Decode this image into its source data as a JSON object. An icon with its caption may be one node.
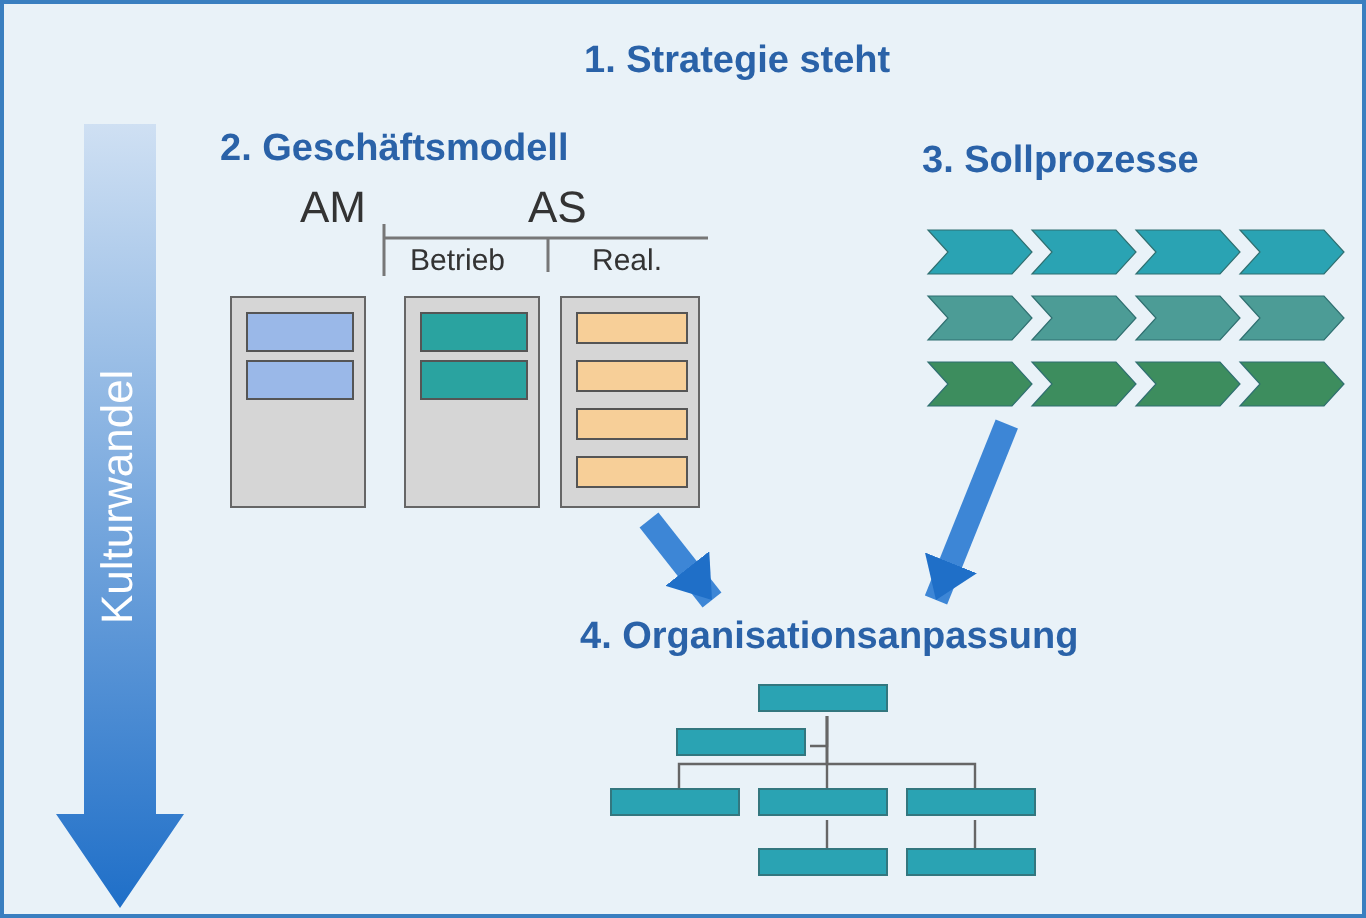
{
  "diagram": {
    "nodes": [
      {
        "text": [
          "1. Strategie steht"
        ]
      },
      {
        "text": [
          "2. Geschäftsmodell"
        ]
      },
      {
        "text": [],
        "shape": "box",
        "in": 1
      },
      {
        "text": [],
        "shape": "box",
        "in": 1
      },
      {
        "text": [],
        "shape": "box",
        "in": 1
      },
      {
        "text": [
          "3. Sollprozesse"
        ]
      },
      {
        "text": [
          "4. Organisationsanpassung"
        ]
      },
      {
        "text": [],
        "shape": "box",
        "in": 6
      },
      {
        "text": [],
        "shape": "box",
        "in": 6
      },
      {
        "text": [],
        "shape": "box",
        "in": 6
      },
      {
        "text": [],
        "shape": "box",
        "in": 6
      },
      {
        "text": [],
        "shape": "box",
        "in": 6
      },
      {
        "text": [],
        "shape": "box",
        "in": 6
      },
      {
        "text": [],
        "shape": "box",
        "in": 6
      }
    ],
    "edges": [
      {
        "from": 1,
        "to": 6,
        "arrow": "to",
        "style": "thick",
        "color": "#3d86d6"
      },
      {
        "from": 5,
        "to": 6,
        "arrow": "to",
        "style": "thick",
        "color": "#3d86d6"
      },
      {
        "from": 7,
        "to": 8,
        "arrow": "none"
      },
      {
        "from": 7,
        "to": 9,
        "arrow": "none"
      },
      {
        "from": 7,
        "to": 10,
        "arrow": "none"
      },
      {
        "from": 7,
        "to": 11,
        "arrow": "none"
      },
      {
        "from": 10,
        "to": 12,
        "arrow": "none"
      },
      {
        "from": 11,
        "to": 13,
        "arrow": "none"
      }
    ],
    "labels": [
      "AM",
      "AS",
      "Betrieb",
      "Real.",
      "Kulturwandel"
    ]
  }
}
